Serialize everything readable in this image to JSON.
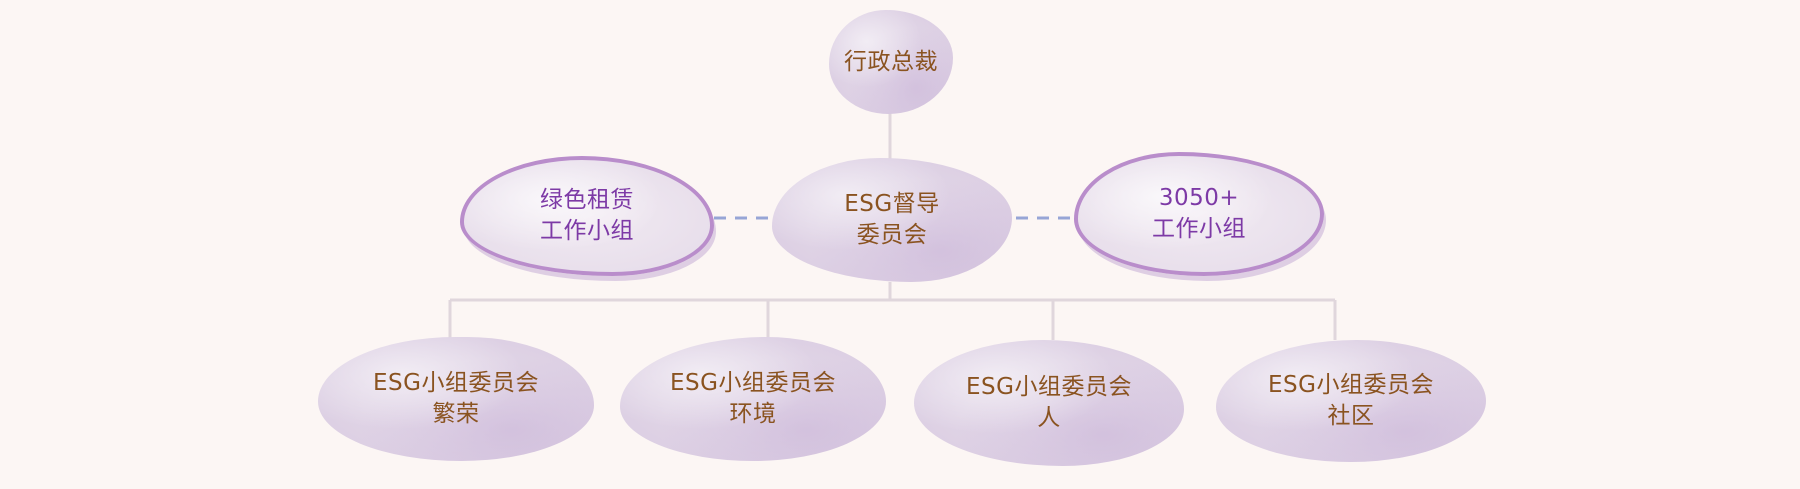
{
  "diagram": {
    "top": {
      "label": "行政总裁"
    },
    "center": {
      "label": "ESG督导\n委员会"
    },
    "left_group": {
      "label": "绿色租赁\n工作小组"
    },
    "right_group": {
      "label": "3050+\n工作小组"
    },
    "subcommittees": [
      {
        "label": "ESG小组委员会\n繁荣"
      },
      {
        "label": "ESG小组委员会\n环境"
      },
      {
        "label": "ESG小组委员会\n人"
      },
      {
        "label": "ESG小组委员会\n社区"
      }
    ]
  },
  "colors": {
    "background": "#fcf6f4",
    "node_fill": "#ddd0e3",
    "node_text": "#8a5320",
    "group_outline": "#b98dcb",
    "group_text": "#7d3aa6",
    "connector": "#e0d6dc",
    "dashed_connector": "#97a5d6"
  }
}
